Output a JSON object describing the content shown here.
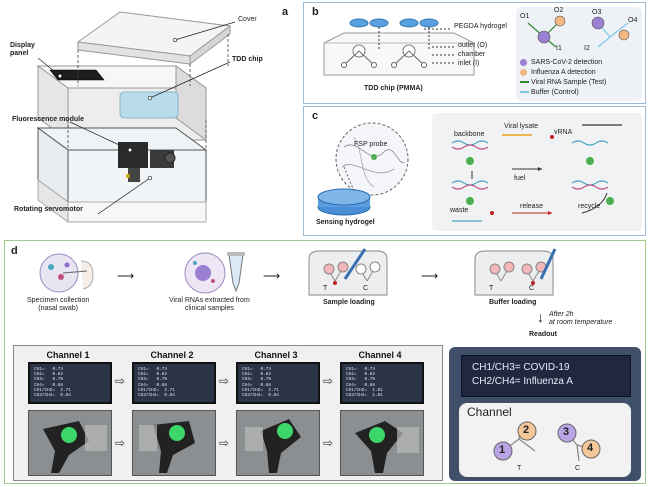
{
  "panel_a": {
    "letter": "a",
    "labels": {
      "cover": "Cover",
      "display_panel": "Display\npanel",
      "tdd_chip": "TDD chip",
      "fluorescence_module": "Fluorescence module",
      "rotating_servomotor": "Rotating servomotor"
    }
  },
  "panel_b": {
    "letter": "b",
    "labels": {
      "pegda": "PEGDA hydrogel",
      "outlet": "outlet (O)",
      "chamber": "chamber",
      "inlet": "inlet (I)",
      "caption": "TDD chip (PMMA)"
    },
    "nodes": [
      "O1",
      "O2",
      "O3",
      "O4",
      "I1",
      "I2"
    ],
    "legend": [
      {
        "label": "SARS-CoV-2 detection",
        "color": "#9b7fd1"
      },
      {
        "label": "Influenza A detection",
        "color": "#f2b880"
      },
      {
        "label": "Viral RNA Sample (Test)",
        "color": "#2e8b2e"
      },
      {
        "label": "Buffer (Control)",
        "color": "#7ec8e3"
      }
    ]
  },
  "panel_c": {
    "letter": "c",
    "labels": {
      "fsp_probe": "FSP probe",
      "sensing_hydrogel": "Sensing hydrogel",
      "viral_lysate": "Viral lysate",
      "backbone": "backbone",
      "vrna": "vRNA",
      "fuel": "fuel",
      "waste": "waste",
      "release": "release",
      "recycle": "recycle"
    }
  },
  "panel_d": {
    "letter": "d",
    "steps": [
      "Specimen collection\n(nasal swab)",
      "Viral RNAs extracted from\nclinical samples",
      "Sample loading",
      "Buffer loading"
    ],
    "after_note": "After 2h\nat room temperature",
    "readout": "Readout",
    "t_label": "T",
    "c_label": "C",
    "channels": [
      {
        "title": "Channel 1",
        "screen": "CH1=   0.74\nCH2=   0.62\nCH3=   0.70\nCH4=   0.66\nCH1/CH2=  2.71\nCH3/CH4=  0.84"
      },
      {
        "title": "Channel 2",
        "screen": "CH1=   0.74\nCH2=   0.62\nCH3=   0.70\nCH4=   0.66\nCH1/CH2=  2.71\nCH3/CH4=  0.84"
      },
      {
        "title": "Channel 3",
        "screen": "CH1=   0.74\nCH2=   0.62\nCH3=   0.70\nCH4=   0.66\nCH1/CH2=  2.71\nCH3/CH4=  0.84"
      },
      {
        "title": "Channel 4",
        "screen": "CH1=   0.74\nCH2=   0.62\nCH3=   0.70\nCH4=   0.66\nCH1/CH2=  1.01\nCH3/CH4=  1.01"
      }
    ],
    "result_line1": "CH1/CH3= COVID-19",
    "result_line2": "CH2/CH4= Influenza A",
    "channel_box_title": "Channel",
    "channel_numbers": [
      "1",
      "2",
      "3",
      "4"
    ]
  }
}
